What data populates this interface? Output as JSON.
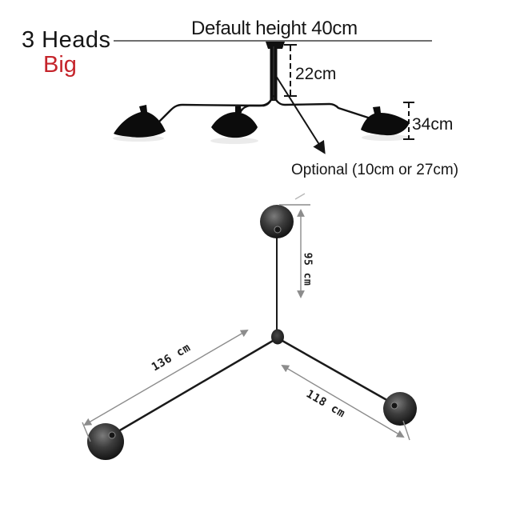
{
  "title_block": {
    "heads_label": "3 Heads",
    "size_label": "Big"
  },
  "side_view": {
    "default_height_label": "Default height 40cm",
    "rod_length_label": "22cm",
    "shade_height_label": "34cm",
    "optional_note_label": "Optional (10cm or 27cm)"
  },
  "top_view": {
    "drop_length_label": "95 cm",
    "long_arm_label": "136 cm",
    "short_arm_label": "118 cm"
  },
  "colors": {
    "ink": "#161616",
    "accent_red": "#c5242b",
    "dimension_gray": "#8c8c8c",
    "lamp_black": "#0c0c0c"
  }
}
